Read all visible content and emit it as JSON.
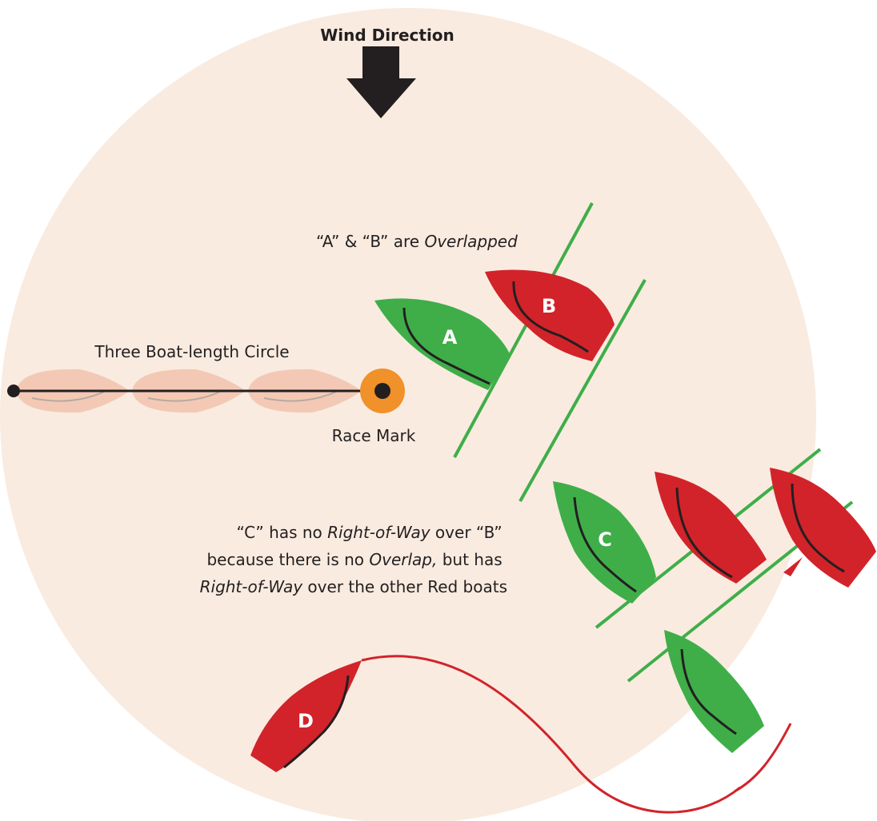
{
  "wind": {
    "label": "Wind Direction"
  },
  "circle": {
    "label": "Three Boat-length Circle"
  },
  "mark": {
    "label": "Race Mark"
  },
  "overlap_note": {
    "prefix": "“A” & “B” are ",
    "emphasis": "Overlapped"
  },
  "c_note": {
    "l1_prefix": "“C” has no ",
    "l1_em": "Right-of-Way",
    "l1_suffix": " over “B”",
    "l2_prefix": "because there is no ",
    "l2_em": "Overlap,",
    "l2_suffix": " but has",
    "l3_em": "Right-of-Way",
    "l3_suffix": " over the other Red boats"
  },
  "boats": {
    "a": "A",
    "b": "B",
    "c": "C",
    "d": "D"
  },
  "colors": {
    "circle": "#f9ebe0",
    "green": "#3fae49",
    "red": "#d2232a",
    "mark": "#f0912a",
    "ghost": "#f3c9b5",
    "arrow": "#231f20"
  }
}
